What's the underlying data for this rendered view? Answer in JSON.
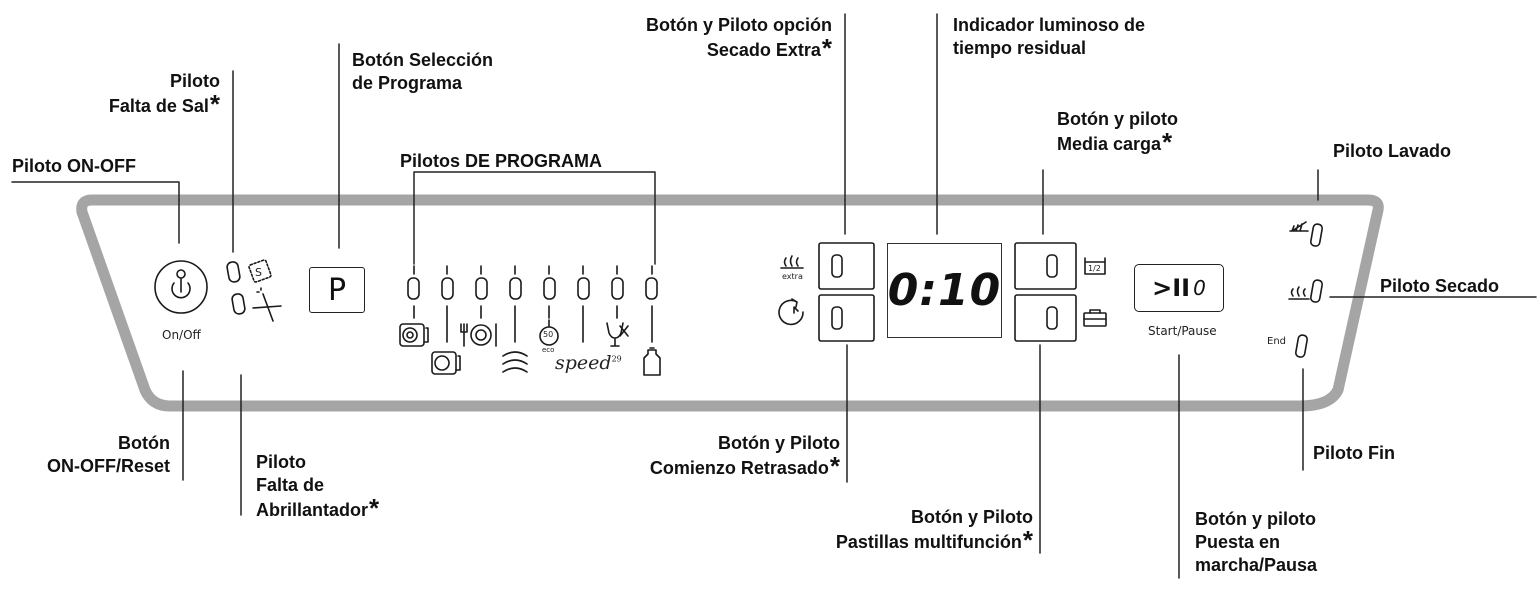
{
  "labels": {
    "piloto_on_off": "Piloto ON-OFF",
    "piloto_falta_sal": [
      "Piloto",
      "Falta de Sal"
    ],
    "boton_seleccion_programa": [
      "Botón Selección",
      "de Programa"
    ],
    "pilotos_programa": "Pilotos DE PROGRAMA",
    "boton_secado_extra": [
      "Botón y Piloto opción",
      "Secado Extra"
    ],
    "indicador_tiempo": [
      "Indicador luminoso de",
      "tiempo residual"
    ],
    "boton_media_carga": [
      "Botón y piloto",
      "Media carga"
    ],
    "piloto_lavado": "Piloto Lavado",
    "piloto_secado": "Piloto Secado",
    "piloto_fin": "Piloto Fin",
    "boton_on_off_reset": [
      "Botón",
      "ON-OFF/Reset"
    ],
    "piloto_abrillantador": [
      "Piloto",
      "Falta de",
      "Abrillantador"
    ],
    "boton_comienzo_retrasado": [
      "Botón y Piloto",
      "Comienzo Retrasado"
    ],
    "boton_pastillas": [
      "Botón y Piloto",
      "Pastillas multifunción"
    ],
    "boton_puesta_marcha": [
      "Botón y piloto",
      "Puesta en",
      "marcha/Pausa"
    ],
    "asterisk": "*"
  },
  "panel": {
    "on_off_label": "On/Off",
    "program_button_label": "P",
    "display_value": "0:10",
    "start_pause_label": "Start/Pause",
    "start_button_symbol": ">II",
    "start_button_light": "0",
    "end_label": "End",
    "extra_label": "extra",
    "half_load_label": "1/2",
    "eco_temp": "50",
    "eco_label": "eco",
    "speed_label": "speed",
    "speed_badge": "29"
  }
}
